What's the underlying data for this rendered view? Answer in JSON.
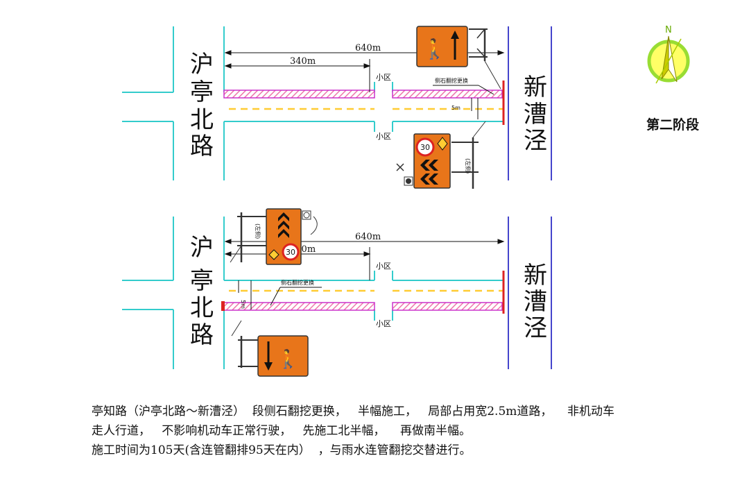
{
  "stage_label": "第二阶段",
  "compass_letter": "N",
  "top_diagram": {
    "road_west": [
      "沪",
      "亭",
      "北",
      "路"
    ],
    "road_east": [
      "新",
      "漕",
      "泾"
    ],
    "dim_total": "640m",
    "dim_partial": "340m",
    "community_label": "小区",
    "callout": "侧石翻挖更换",
    "width_mark": "5m",
    "speed_limit": "30",
    "sign_side_text": "(左侧)"
  },
  "bottom_diagram": {
    "road_west": [
      "沪",
      "亭",
      "北",
      "路"
    ],
    "road_east": [
      "新",
      "漕",
      "泾"
    ],
    "dim_total": "640m",
    "dim_partial": "340m",
    "community_label": "小区",
    "callout": "侧石翻挖更换",
    "width_mark": "5m",
    "speed_limit": "30",
    "sign_side_text": "(左侧)"
  },
  "description": {
    "line1": "亭知路（沪亭北路～新漕泾）  段侧石翻挖更换，   半幅施工，   局部占用宽2.5m道路，    非机动车",
    "line2": "走人行道，   不影响机动车正常行驶，   先施工北半幅，    再做南半幅。",
    "line3": "施工时间为105天(含连管翻排95天在内）  ，与雨水连管翻挖交替进行。"
  },
  "colors": {
    "road_edge": "#33cccc",
    "crossroad": "#4444cc",
    "work_zone_stroke": "#cc33cc",
    "work_zone_hatch": "#ee77aa",
    "center_line": "#ffcc33",
    "barrier": "#dd2222",
    "sign_orange": "#e8751a"
  }
}
